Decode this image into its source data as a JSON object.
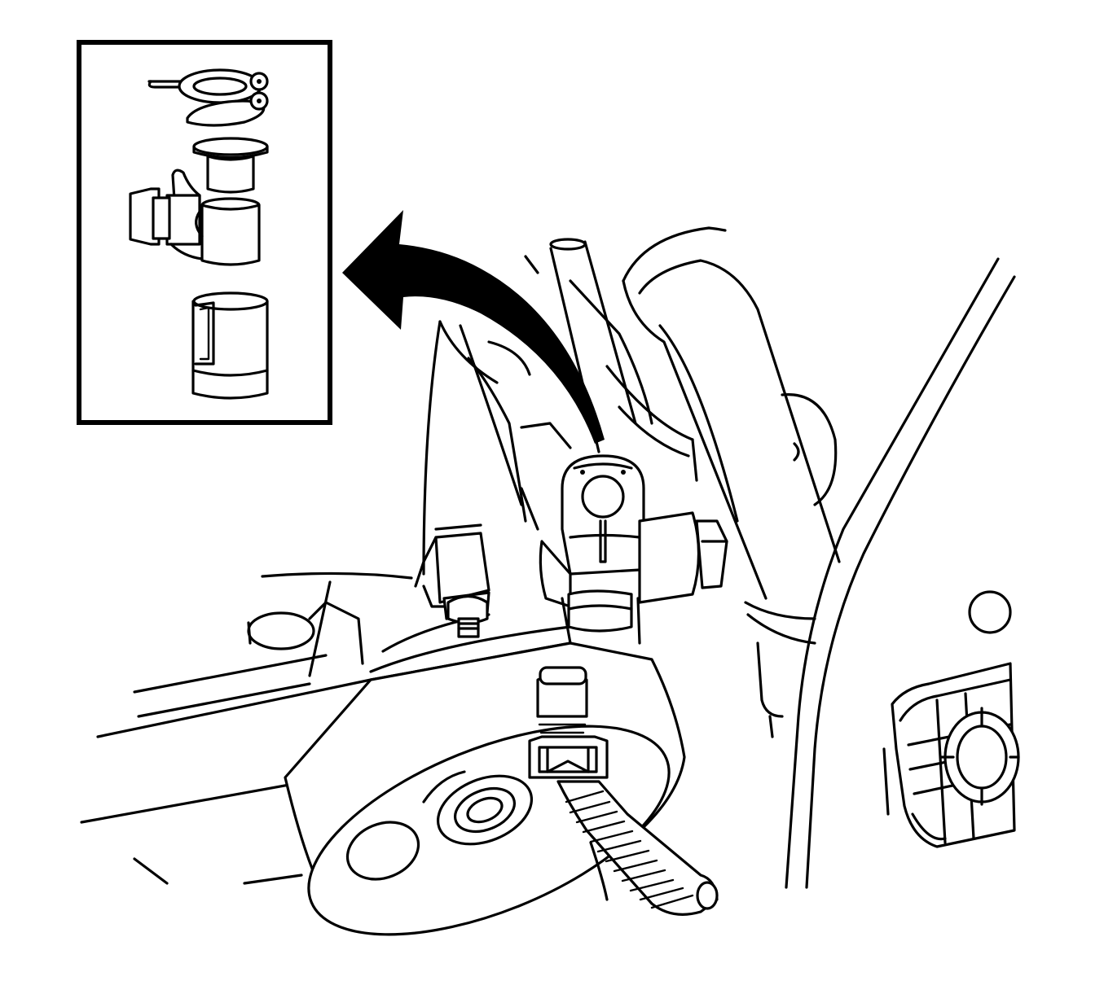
{
  "figure": {
    "kind": "technical line illustration",
    "colors": {
      "ink": "#000000",
      "paper": "#ffffff"
    },
    "components": [
      "retaining-clip",
      "seal-ring",
      "bushing",
      "tee-fitting",
      "sleeve",
      "removal-arrow",
      "hose",
      "valve-housing",
      "hex-nut",
      "threaded-stud",
      "pulley-disc",
      "sensor-connector",
      "corrugated-wire-loom",
      "fender-panel",
      "mount-grille"
    ]
  }
}
